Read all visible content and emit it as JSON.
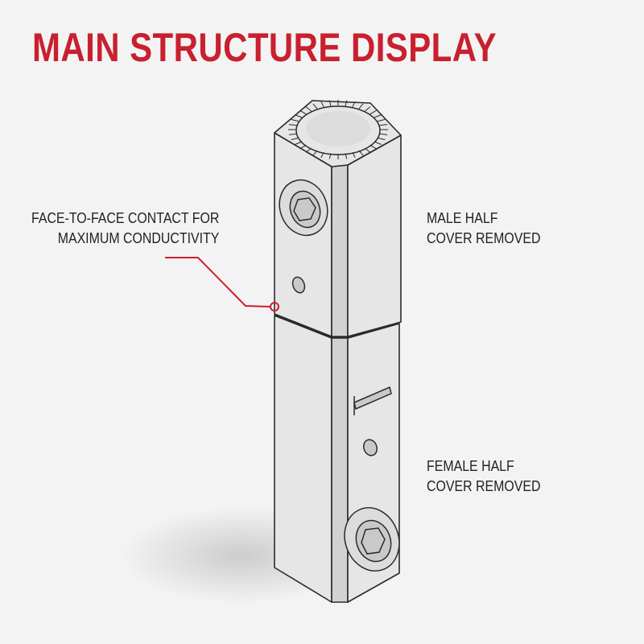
{
  "title": "MAIN STRUCTURE DISPLAY",
  "colors": {
    "accent": "#c8202f",
    "body_fill": "#dcdcdc",
    "face_light": "#e6e6e6",
    "face_dark": "#d2d2d2",
    "outline": "#2a2a2a",
    "background": "#f3f3f3"
  },
  "callouts": {
    "contact": {
      "line1": "FACE-TO-FACE CONTACT FOR",
      "line2": "MAXIMUM CONDUCTIVITY"
    },
    "male": {
      "line1": "MALE HALF",
      "line2": "COVER REMOVED"
    },
    "female": {
      "line1": "FEMALE HALF",
      "line2": "COVER REMOVED"
    }
  }
}
